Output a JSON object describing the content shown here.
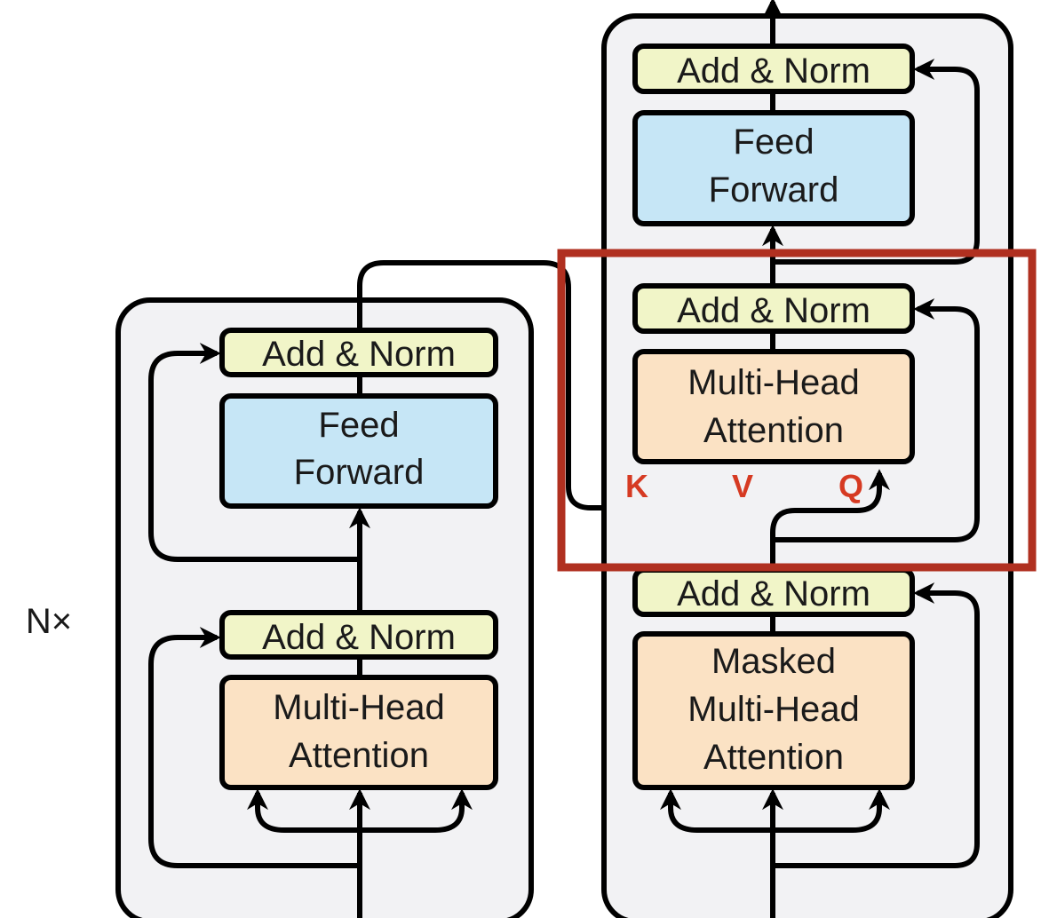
{
  "repeat_label": "N×",
  "colors": {
    "add_norm": "#f1f5c8",
    "feed_forward": "#c6e6f6",
    "attention": "#fbe2c4",
    "layer_background": "#f2f2f4",
    "highlight": "#b03020",
    "kvq_text": "#d63a22"
  },
  "encoder": {
    "add_norm_top": "Add & Norm",
    "feed_forward": [
      "Feed",
      "Forward"
    ],
    "add_norm_bottom": "Add & Norm",
    "attention": [
      "Multi-Head",
      "Attention"
    ]
  },
  "decoder": {
    "add_norm_top": "Add & Norm",
    "feed_forward": [
      "Feed",
      "Forward"
    ],
    "add_norm_middle": "Add & Norm",
    "cross_attention": [
      "Multi-Head",
      "Attention"
    ],
    "add_norm_bottom": "Add & Norm",
    "masked_attention": [
      "Masked",
      "Multi-Head",
      "Attention"
    ]
  },
  "inputs": {
    "k": "K",
    "v": "V",
    "q": "Q"
  }
}
